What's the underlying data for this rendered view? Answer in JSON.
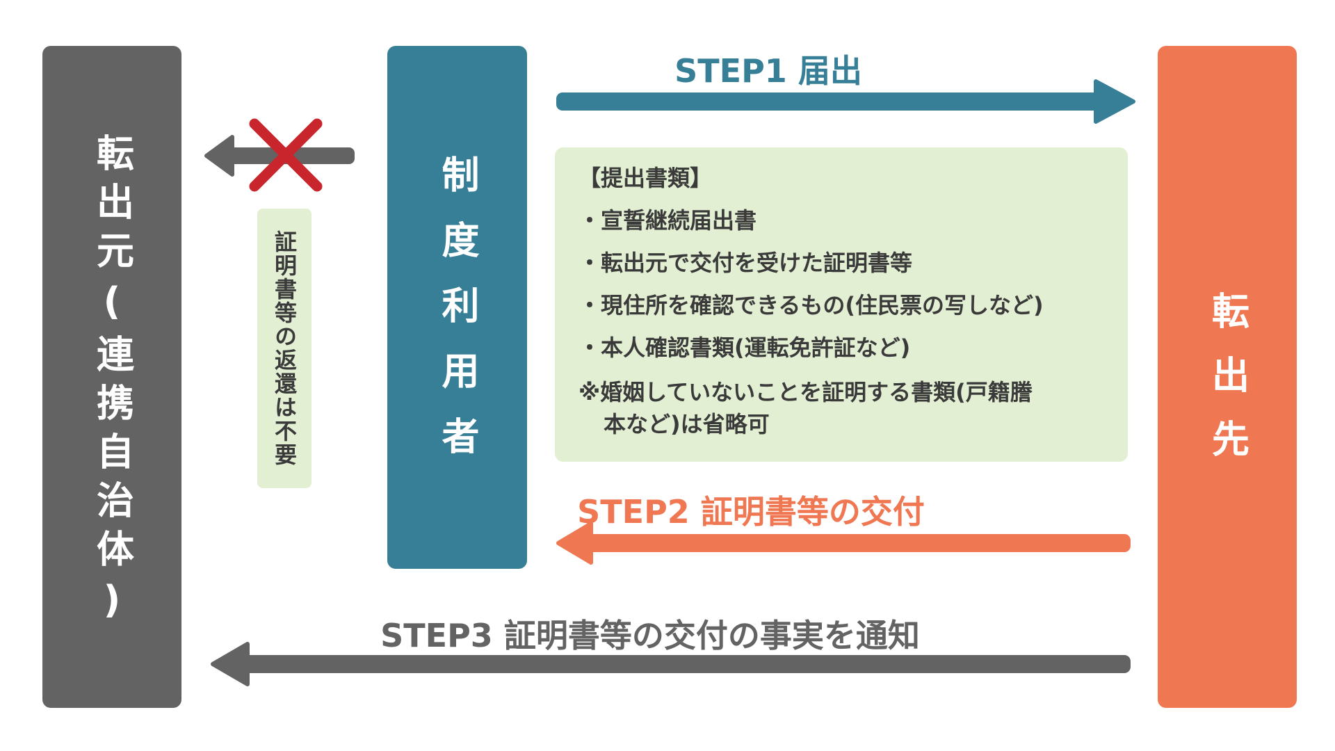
{
  "columns": {
    "origin": {
      "label": "転出元(連携自治体)",
      "color": "#636363"
    },
    "user": {
      "label": "制度利用者",
      "color": "#367f97"
    },
    "destination": {
      "label": "転出先",
      "color": "#ef7853"
    }
  },
  "steps": {
    "step1": {
      "label": "STEP1 届出",
      "color": "#367f97"
    },
    "step2": {
      "label": "STEP2 証明書等の交付",
      "color": "#ef7853"
    },
    "step3": {
      "label": "STEP3 証明書等の交付の事実を通知",
      "color": "#636363"
    }
  },
  "documents": {
    "heading": "【提出書類】",
    "items": [
      "・宣誓継続届出書",
      "・転出元で交付を受けた証明書等",
      "・現住所を確認できるもの(住民票の写しなど)",
      "・本人確認書類(運転免許証など)"
    ],
    "note_line1": "※婚姻していないことを証明する書類(戸籍謄",
    "note_line2": "本など)は省略可"
  },
  "return_note": {
    "label": "証明書等の返還は不要"
  },
  "icons": {
    "cross_mark": "x-mark-icon",
    "cross_color": "#c9252c"
  }
}
